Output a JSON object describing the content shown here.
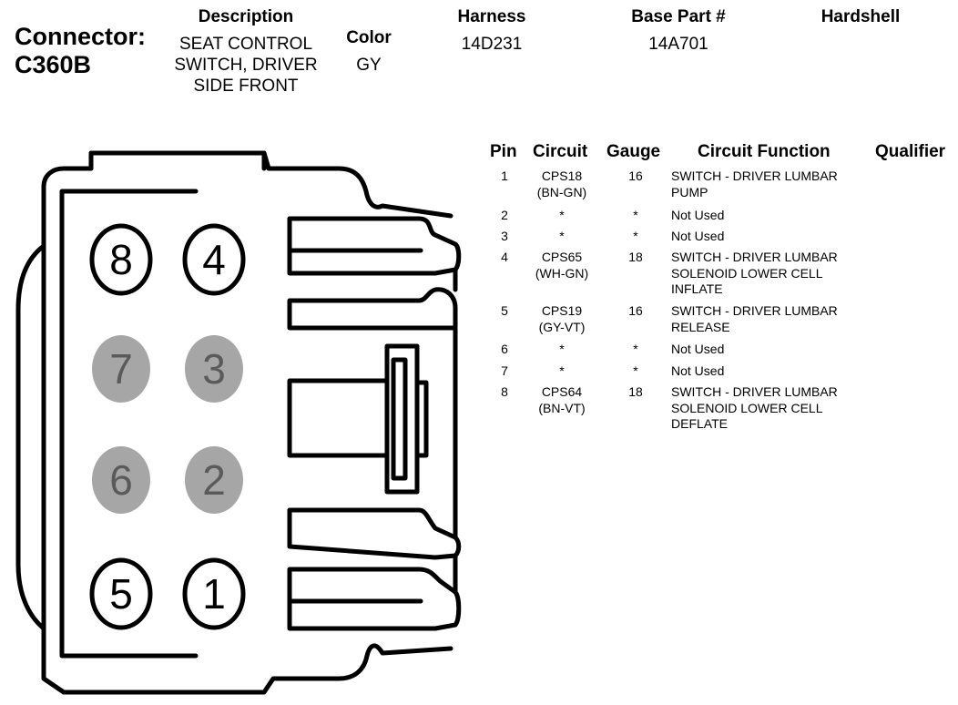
{
  "connector": {
    "label": "Connector:",
    "id": "C360B"
  },
  "headers": {
    "description": "Description",
    "color": "Color",
    "harness": "Harness",
    "base_part": "Base Part #",
    "hardshell": "Hardshell"
  },
  "values": {
    "description": [
      "SEAT CONTROL",
      "SWITCH, DRIVER",
      "SIDE FRONT"
    ],
    "color": "GY",
    "harness": "14D231",
    "base_part": "14A701"
  },
  "table": {
    "columns": [
      "Pin",
      "Circuit",
      "Gauge",
      "Circuit Function",
      "Qualifier"
    ],
    "rows": [
      {
        "pin": "1",
        "circuit": [
          "CPS18",
          "(BN-GN)"
        ],
        "gauge": "16",
        "function": [
          "SWITCH - DRIVER LUMBAR",
          "PUMP"
        ]
      },
      {
        "pin": "2",
        "circuit": [
          "*"
        ],
        "gauge": "*",
        "function": [
          "Not Used"
        ]
      },
      {
        "pin": "3",
        "circuit": [
          "*"
        ],
        "gauge": "*",
        "function": [
          "Not Used"
        ]
      },
      {
        "pin": "4",
        "circuit": [
          "CPS65",
          "(WH-GN)"
        ],
        "gauge": "18",
        "function": [
          "SWITCH - DRIVER LUMBAR",
          "SOLENOID LOWER CELL",
          "INFLATE"
        ]
      },
      {
        "pin": "5",
        "circuit": [
          "CPS19",
          "(GY-VT)"
        ],
        "gauge": "16",
        "function": [
          "SWITCH - DRIVER LUMBAR",
          "RELEASE"
        ]
      },
      {
        "pin": "6",
        "circuit": [
          "*"
        ],
        "gauge": "*",
        "function": [
          "Not Used"
        ]
      },
      {
        "pin": "7",
        "circuit": [
          "*"
        ],
        "gauge": "*",
        "function": [
          "Not Used"
        ]
      },
      {
        "pin": "8",
        "circuit": [
          "CPS64",
          "(BN-VT)"
        ],
        "gauge": "18",
        "function": [
          "SWITCH - DRIVER LUMBAR",
          "SOLENOID LOWER CELL",
          "DEFLATE"
        ]
      }
    ]
  },
  "cavities": [
    {
      "pin": "8",
      "used": true
    },
    {
      "pin": "4",
      "used": true
    },
    {
      "pin": "7",
      "used": false
    },
    {
      "pin": "3",
      "used": false
    },
    {
      "pin": "6",
      "used": false
    },
    {
      "pin": "2",
      "used": false
    },
    {
      "pin": "5",
      "used": true
    },
    {
      "pin": "1",
      "used": true
    }
  ],
  "colors": {
    "used_fill": "#ffffff",
    "unused_fill": "#a6a6a6",
    "unused_text": "#5a5a5a",
    "line": "#000000"
  }
}
